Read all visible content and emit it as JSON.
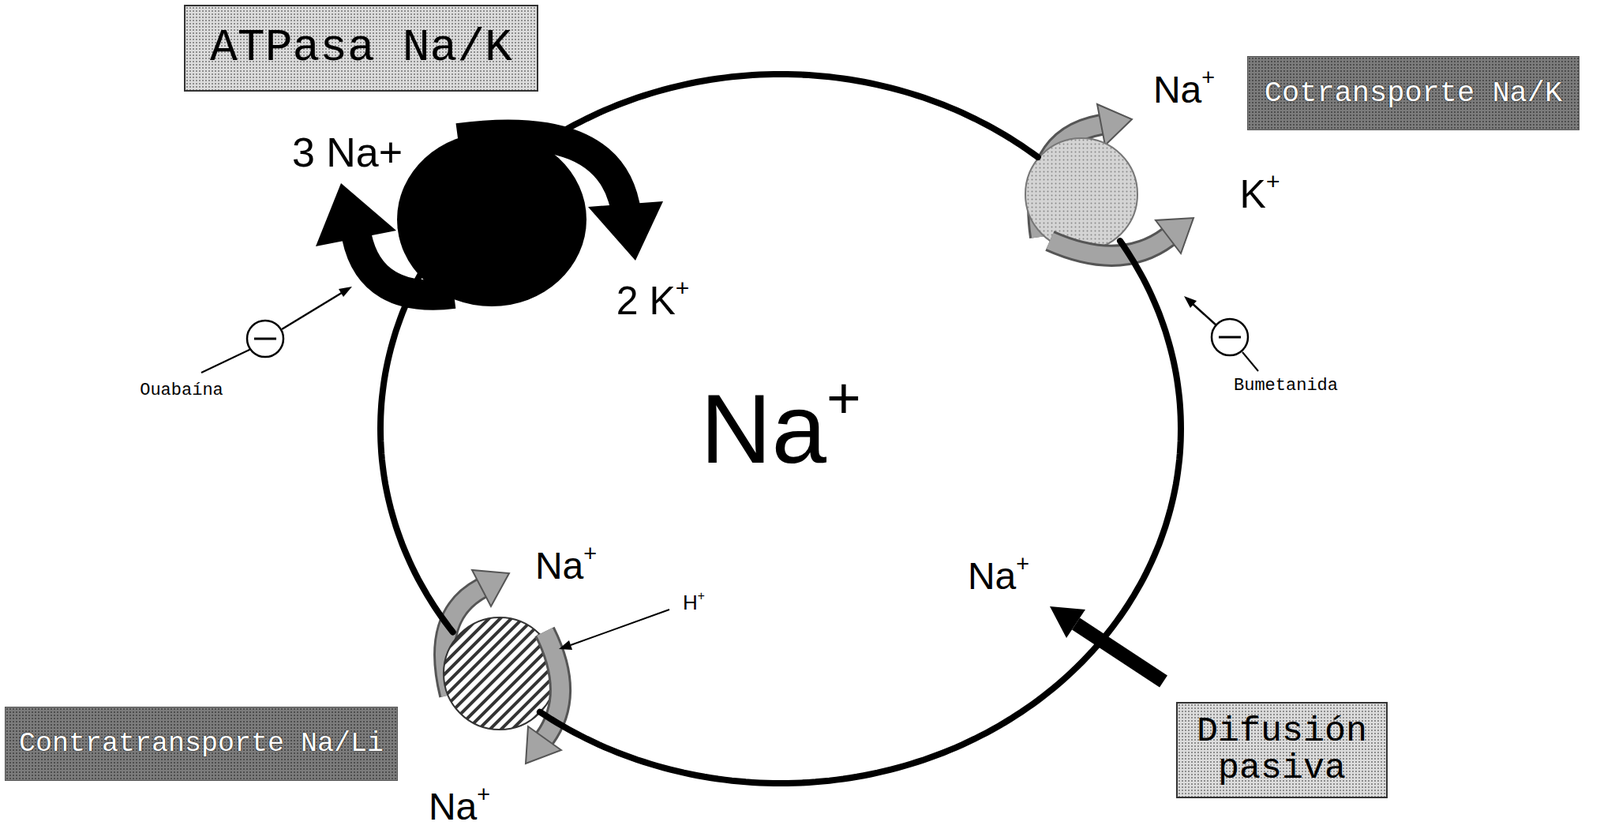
{
  "diagram": {
    "nodes": [
      {
        "text": [
          "ATPasa Na/K"
        ]
      },
      {
        "text": [
          "Cotransporte Na/K"
        ]
      },
      {
        "text": [
          "Na+"
        ]
      },
      {
        "text": [
          "Contratransporte Na/Li"
        ]
      },
      {
        "text": [
          "Difusión pasiva"
        ]
      }
    ],
    "labels": [
      "3 Na+",
      "2 K+",
      "Ouabaína",
      "Na+",
      "K+",
      "Bumetanida",
      "Na+",
      "H+",
      "Na+",
      "Na+"
    ]
  }
}
